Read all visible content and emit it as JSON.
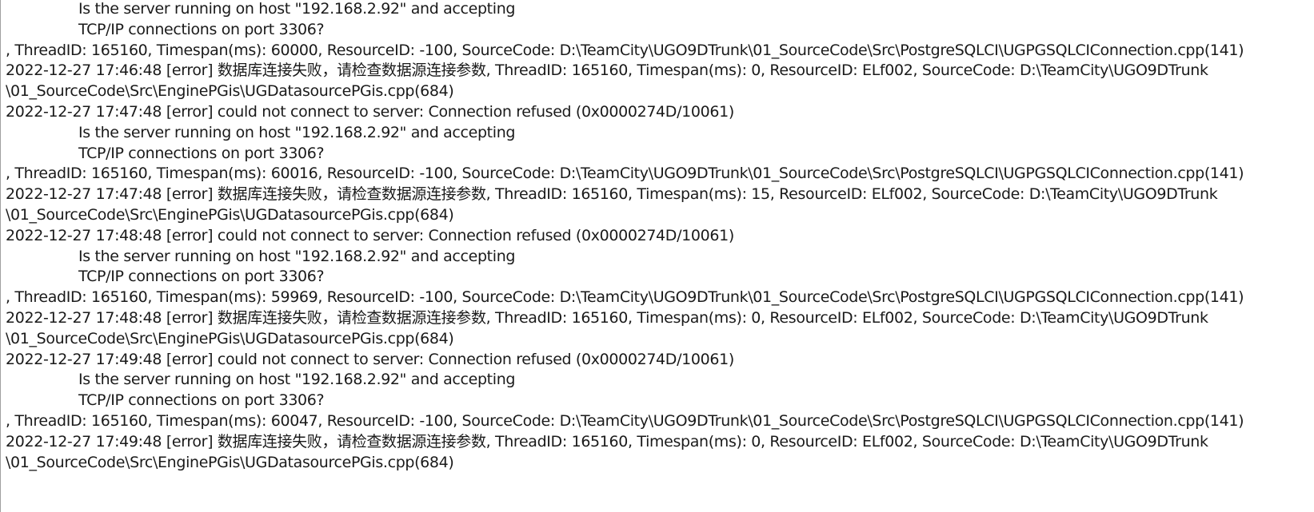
{
  "log": {
    "lines": [
      {
        "text": "Is the server running on host \"192.168.2.92\" and accepting",
        "indent": true
      },
      {
        "text": "TCP/IP connections on port 3306?",
        "indent": true
      },
      {
        "text": ", ThreadID: 165160, Timespan(ms): 60000, ResourceID: -100, SourceCode: D:\\TeamCity\\UGO9DTrunk\\01_SourceCode\\Src\\PostgreSQLCI\\UGPGSQLCIConnection.cpp(141)",
        "indent": false
      },
      {
        "text": "2022-12-27 17:46:48 [error] 数据库连接失败，请检查数据源连接参数, ThreadID: 165160, Timespan(ms): 0, ResourceID: ELf002, SourceCode: D:\\TeamCity\\UGO9DTrunk",
        "indent": false
      },
      {
        "text": "\\01_SourceCode\\Src\\EnginePGis\\UGDatasourcePGis.cpp(684)",
        "indent": false
      },
      {
        "text": "2022-12-27 17:47:48 [error] could not connect to server: Connection refused (0x0000274D/10061)",
        "indent": false
      },
      {
        "text": "Is the server running on host \"192.168.2.92\" and accepting",
        "indent": true
      },
      {
        "text": "TCP/IP connections on port 3306?",
        "indent": true
      },
      {
        "text": ", ThreadID: 165160, Timespan(ms): 60016, ResourceID: -100, SourceCode: D:\\TeamCity\\UGO9DTrunk\\01_SourceCode\\Src\\PostgreSQLCI\\UGPGSQLCIConnection.cpp(141)",
        "indent": false
      },
      {
        "text": "2022-12-27 17:47:48 [error] 数据库连接失败，请检查数据源连接参数, ThreadID: 165160, Timespan(ms): 15, ResourceID: ELf002, SourceCode: D:\\TeamCity\\UGO9DTrunk",
        "indent": false
      },
      {
        "text": "\\01_SourceCode\\Src\\EnginePGis\\UGDatasourcePGis.cpp(684)",
        "indent": false
      },
      {
        "text": "2022-12-27 17:48:48 [error] could not connect to server: Connection refused (0x0000274D/10061)",
        "indent": false
      },
      {
        "text": "Is the server running on host \"192.168.2.92\" and accepting",
        "indent": true
      },
      {
        "text": "TCP/IP connections on port 3306?",
        "indent": true
      },
      {
        "text": ", ThreadID: 165160, Timespan(ms): 59969, ResourceID: -100, SourceCode: D:\\TeamCity\\UGO9DTrunk\\01_SourceCode\\Src\\PostgreSQLCI\\UGPGSQLCIConnection.cpp(141)",
        "indent": false
      },
      {
        "text": "2022-12-27 17:48:48 [error] 数据库连接失败，请检查数据源连接参数, ThreadID: 165160, Timespan(ms): 0, ResourceID: ELf002, SourceCode: D:\\TeamCity\\UGO9DTrunk",
        "indent": false
      },
      {
        "text": "\\01_SourceCode\\Src\\EnginePGis\\UGDatasourcePGis.cpp(684)",
        "indent": false
      },
      {
        "text": "2022-12-27 17:49:48 [error] could not connect to server: Connection refused (0x0000274D/10061)",
        "indent": false
      },
      {
        "text": "Is the server running on host \"192.168.2.92\" and accepting",
        "indent": true
      },
      {
        "text": "TCP/IP connections on port 3306?",
        "indent": true
      },
      {
        "text": ", ThreadID: 165160, Timespan(ms): 60047, ResourceID: -100, SourceCode: D:\\TeamCity\\UGO9DTrunk\\01_SourceCode\\Src\\PostgreSQLCI\\UGPGSQLCIConnection.cpp(141)",
        "indent": false
      },
      {
        "text": "2022-12-27 17:49:48 [error] 数据库连接失败，请检查数据源连接参数, ThreadID: 165160, Timespan(ms): 0, ResourceID: ELf002, SourceCode: D:\\TeamCity\\UGO9DTrunk",
        "indent": false
      },
      {
        "text": "\\01_SourceCode\\Src\\EnginePGis\\UGDatasourcePGis.cpp(684)",
        "indent": false
      }
    ]
  }
}
